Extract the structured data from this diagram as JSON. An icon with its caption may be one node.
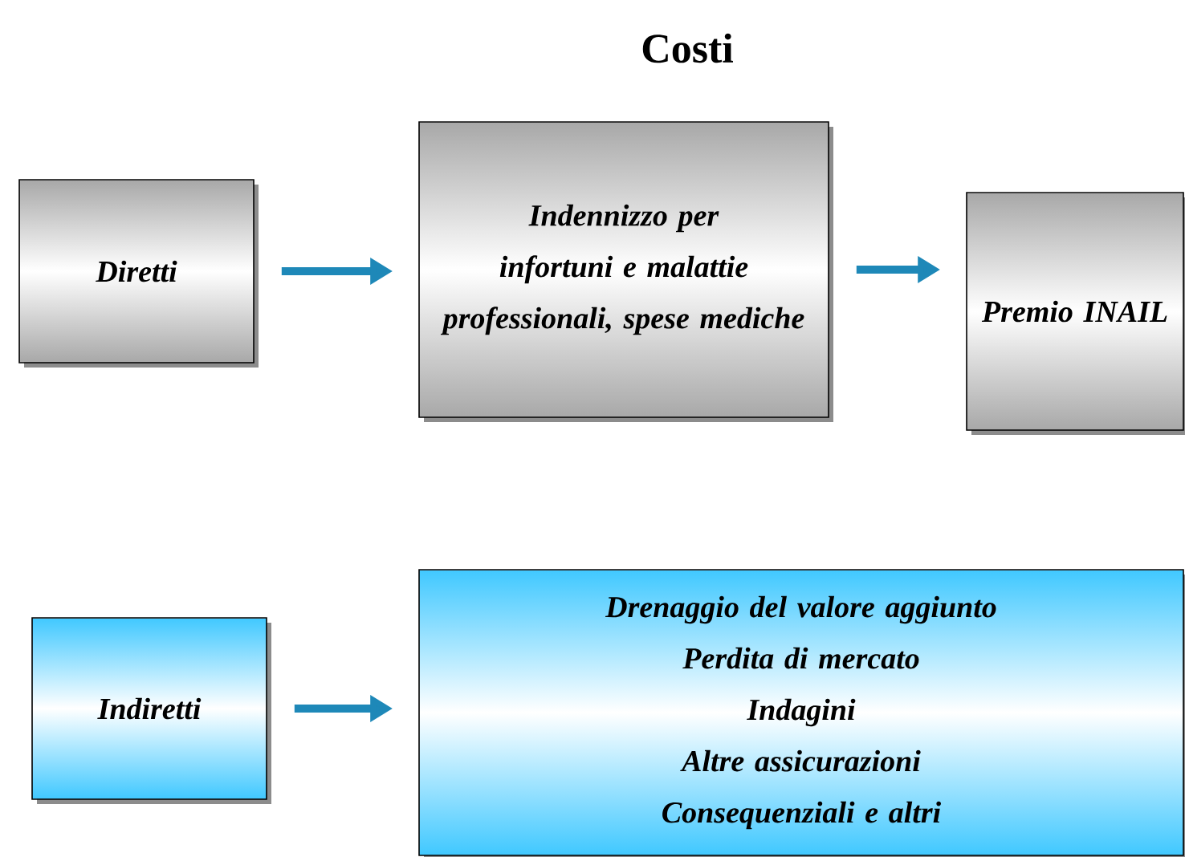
{
  "diagram": {
    "title": "Costi",
    "nodes": [
      {
        "text": [
          "Diretti"
        ]
      },
      {
        "text": [
          "Indennizzo per infortuni e malattie professionali, spese mediche"
        ]
      },
      {
        "text": [
          "Premio INAIL"
        ]
      },
      {
        "text": [
          "Indiretti"
        ]
      },
      {
        "text": [
          "Drenaggio del valore aggiunto",
          "Perdita di mercato",
          "Indagini",
          "Altre assicurazioni",
          "Consequenziali e altri"
        ]
      }
    ],
    "edges": [
      {
        "from": 0,
        "to": 1,
        "arrow": "to"
      },
      {
        "from": 1,
        "to": 2,
        "arrow": "to"
      },
      {
        "from": 3,
        "to": 4,
        "arrow": "to"
      }
    ]
  }
}
